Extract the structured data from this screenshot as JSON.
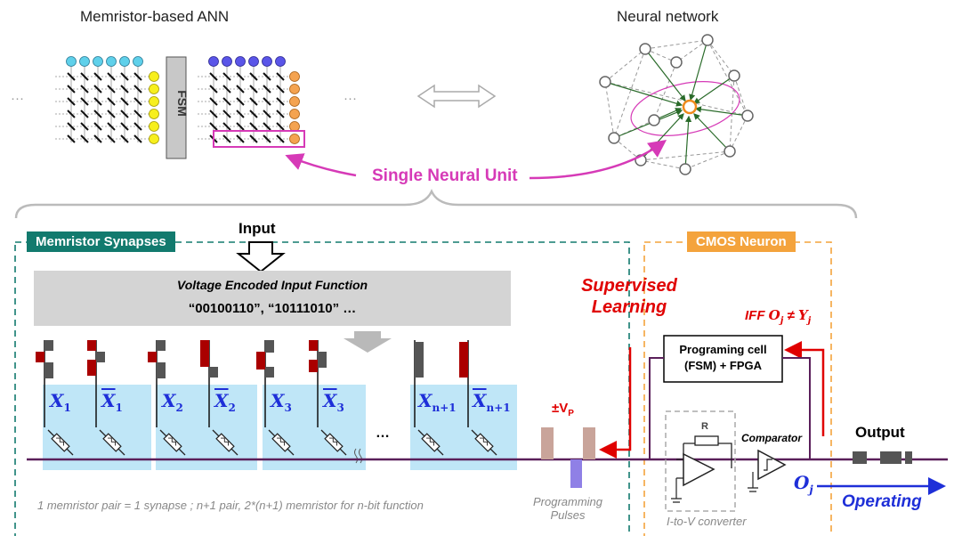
{
  "top": {
    "ann_title": "Memristor-based ANN",
    "fsm_label": "FSM",
    "ellipsis_left": "···",
    "ellipsis_right": "···",
    "nn_title": "Neural network",
    "single_unit_label": "Single Neural Unit"
  },
  "synapses": {
    "badge": "Memristor Synapses",
    "input_label": "Input",
    "function_title": "Voltage Encoded Input Function",
    "function_codes": "“00100110”,  “10111010” …",
    "columns": [
      {
        "sym": "X",
        "sub": "1",
        "bar": false
      },
      {
        "sym": "X",
        "sub": "1",
        "bar": true
      },
      {
        "sym": "X",
        "sub": "2",
        "bar": false
      },
      {
        "sym": "X",
        "sub": "2",
        "bar": true
      },
      {
        "sym": "X",
        "sub": "3",
        "bar": false
      },
      {
        "sym": "X",
        "sub": "3",
        "bar": true
      },
      {
        "sym": "X",
        "sub": "n+1",
        "bar": false
      },
      {
        "sym": "X",
        "sub": "n+1",
        "bar": true
      }
    ],
    "dots": "…",
    "note": "1 memristor pair = 1 synapse  ; n+1 pair, 2*(n+1) memristor for n-bit function"
  },
  "learning": {
    "supervised_line1": "Supervised",
    "supervised_line2": "Learning",
    "iff_prefix": "IFF",
    "iff_o": "O",
    "iff_o_sub": "j",
    "iff_neq": "≠",
    "iff_y": "Y",
    "iff_y_sub": "j",
    "pm_vp": "±V",
    "pm_vp_sub": "P",
    "programming_line1": "Programming",
    "programming_line2": "Pulses"
  },
  "neuron": {
    "badge": "CMOS Neuron",
    "prog_cell_line1": "Programing cell",
    "prog_cell_line2": "(FSM) + FPGA",
    "r_label": "R",
    "comparator_label": "Comparator",
    "itov_label": "I-to-V converter",
    "output_label": "Output",
    "oj": "O",
    "oj_sub": "j",
    "operating_label": "Operating"
  },
  "colors": {
    "teal": "#127a6e",
    "orange": "#f4a33c",
    "pink": "#d63ab7",
    "red": "#e00000",
    "blue": "#1e2fd8",
    "purple_line": "#5a1f5a",
    "cell_bg": "#bfe6f7"
  }
}
